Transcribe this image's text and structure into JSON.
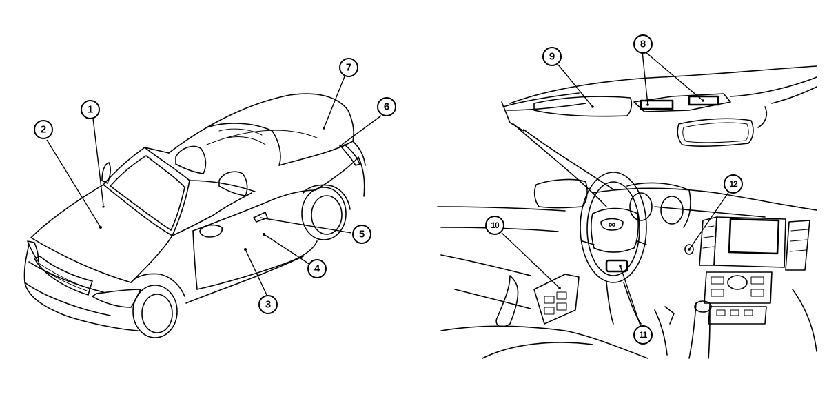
{
  "callouts": {
    "c1": "1",
    "c2": "2",
    "c3": "3",
    "c4": "4",
    "c5": "5",
    "c6": "6",
    "c7": "7",
    "c8": "8",
    "c9": "9",
    "c10": "10",
    "c11": "11",
    "c12": "12"
  },
  "emblem": "∞"
}
